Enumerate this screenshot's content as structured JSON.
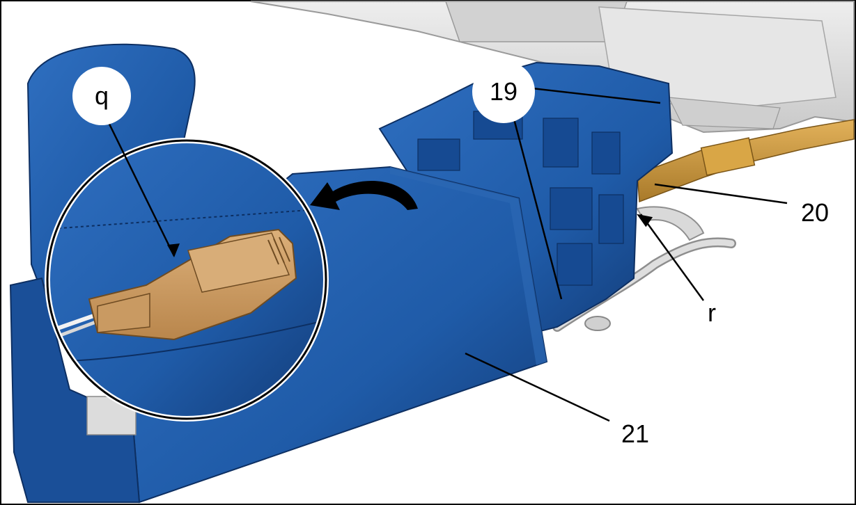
{
  "diagram": {
    "labels": {
      "q": "q",
      "r": "r",
      "n19": "19",
      "n20": "20",
      "n21": "21"
    },
    "colors": {
      "console_blue": "#1f5ba8",
      "console_dark": "#133c78",
      "connector_tan": "#c89a5e",
      "harness_gold": "#c8952f",
      "dash_grey": "#dcdcdc",
      "outline": "#000000"
    }
  }
}
